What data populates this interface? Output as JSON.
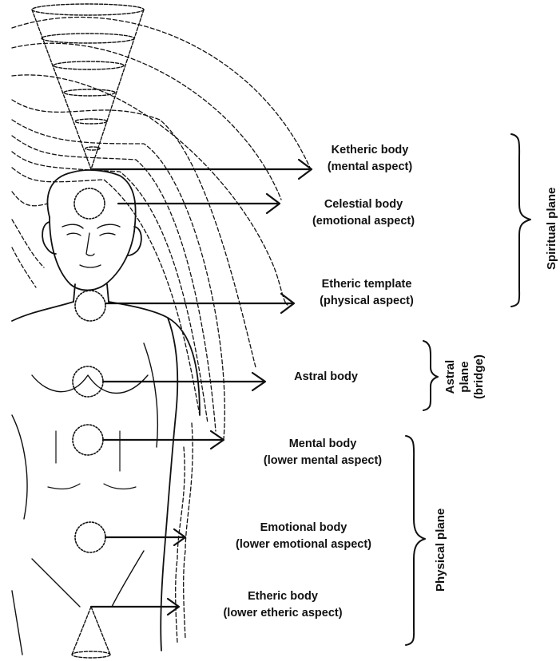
{
  "bodies": [
    {
      "id": "ketheric",
      "name": "Ketheric body",
      "aspect": "(mental aspect)"
    },
    {
      "id": "celestial",
      "name": "Celestial body",
      "aspect": "(emotional aspect)"
    },
    {
      "id": "etheric-template",
      "name": "Etheric template",
      "aspect": "(physical aspect)"
    },
    {
      "id": "astral",
      "name": "Astral body",
      "aspect": ""
    },
    {
      "id": "mental",
      "name": "Mental body",
      "aspect": "(lower mental aspect)"
    },
    {
      "id": "emotional",
      "name": "Emotional body",
      "aspect": "(lower emotional aspect)"
    },
    {
      "id": "etheric",
      "name": "Etheric body",
      "aspect": "(lower etheric aspect)"
    }
  ],
  "planes": {
    "spiritual": "Spiritual plane",
    "astral_line1": "Astral",
    "astral_line2": "plane",
    "astral_line3": "(bridge)",
    "physical": "Physical plane"
  },
  "colors": {
    "ink": "#111111",
    "paper": "#ffffff"
  }
}
